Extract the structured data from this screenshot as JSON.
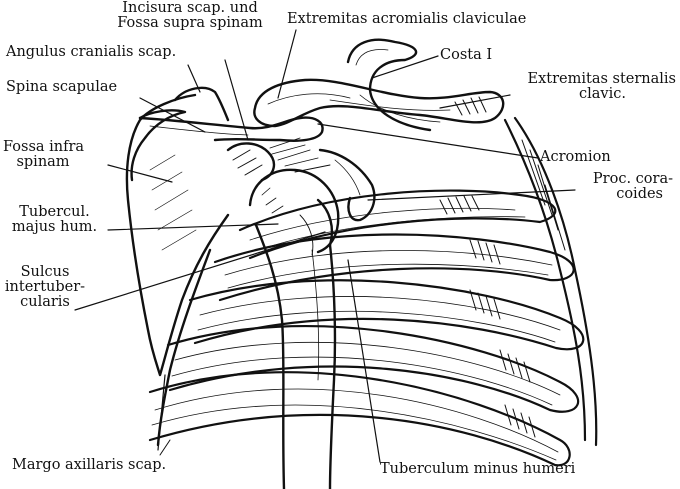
{
  "labels": {
    "incisura_line1": "Incisura scap. und",
    "incisura_line2": "Fossa supra spinam",
    "angulus": "Angulus cranialis scap.",
    "spina": "Spina scapulae",
    "fossa_infra_line1": "Fossa infra",
    "fossa_infra_line2": "spinam",
    "tubercul_line1": "Tubercul.",
    "tubercul_line2": "majus hum.",
    "sulcus_line1": "Sulcus",
    "sulcus_line2": "intertuber-",
    "sulcus_line3": "cularis",
    "margo": "Margo axillaris scap.",
    "extremitas_acromialis": "Extremitas acromialis claviculae",
    "costa": "Costa I",
    "extremitas_sternalis_line1": "Extremitas sternalis",
    "extremitas_sternalis_line2": "clavic.",
    "acromion": "Acromion",
    "proc_line1": "Proc. cora-",
    "proc_line2": "coides",
    "tuberculum_minus": "Tuberculum minus humeri"
  },
  "colors": {
    "ink": "#111111",
    "paper": "#ffffff"
  }
}
